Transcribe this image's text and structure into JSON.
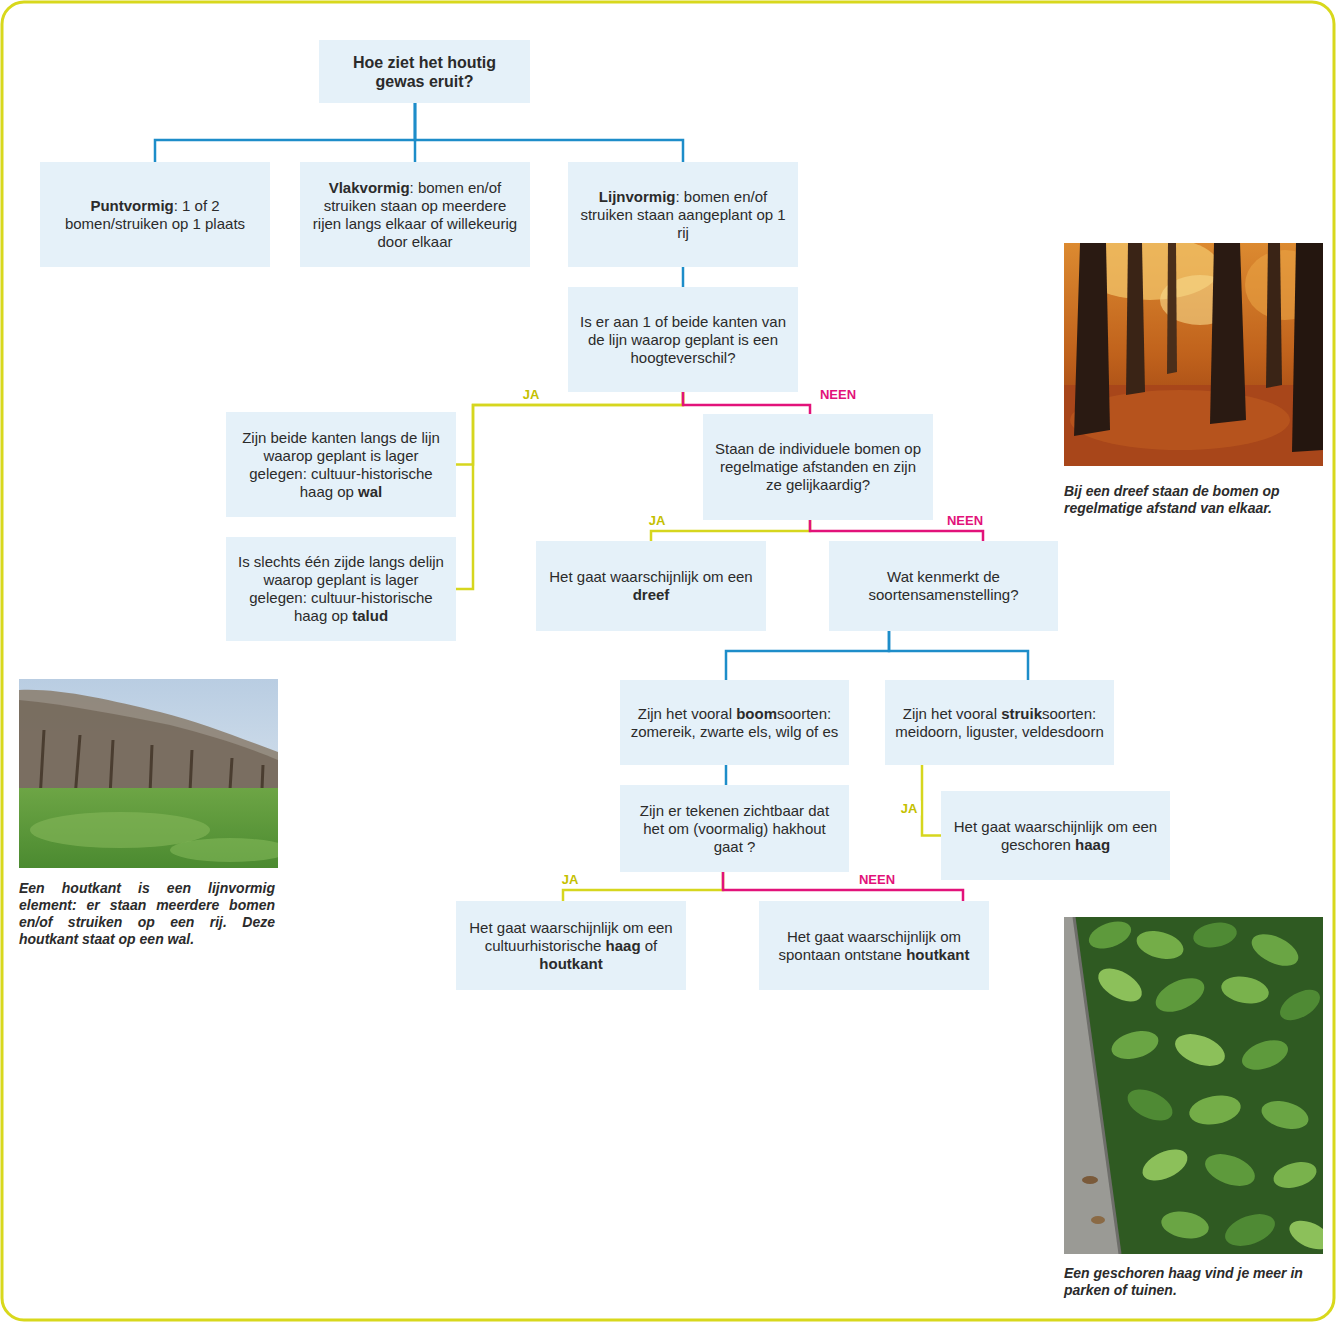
{
  "diagram": {
    "nodes": [
      {
        "text": [
          "Hoe ziet het houtig gewas eruit?"
        ]
      },
      {
        "text": [
          "Puntvormig: 1 of 2 bomen/struiken op 1 plaats"
        ]
      },
      {
        "text": [
          "Vlakvormig: bomen en/of struiken staan op meerdere rijen langs elkaar of willekeurig door elkaar"
        ]
      },
      {
        "text": [
          "Lijnvormig: bomen en/of struiken staan aangeplant op 1 rij"
        ]
      },
      {
        "text": [
          "Is er aan 1 of beide kanten van de lijn waarop geplant is een hoogteverschil?"
        ]
      },
      {
        "text": [
          "Zijn beide kanten langs de lijn waarop geplant is lager gelegen: cultuur-historische haag op wal"
        ]
      },
      {
        "text": [
          "Is slechts één zijde langs delijn waarop geplant is lager gelegen: cultuur-historische haag op talud"
        ]
      },
      {
        "text": [
          "Staan de individuele bomen op regelmatige afstanden en zijn ze gelijkaardig?"
        ]
      },
      {
        "text": [
          "Het gaat waarschijnlijk om een dreef"
        ]
      },
      {
        "text": [
          "Wat kenmerkt de soortensamenstelling?"
        ]
      },
      {
        "text": [
          "Zijn het vooral boomsoorten: zomereik, zwarte els, wilg of es"
        ]
      },
      {
        "text": [
          "Zijn het vooral struiksoorten: meidoorn, liguster, veldesdoorn"
        ]
      },
      {
        "text": [
          "Zijn er tekenen zichtbaar dat het om (voormalig) hakhout gaat ?"
        ]
      },
      {
        "text": [
          "Het gaat waarschijnlijk om een geschoren haag"
        ]
      },
      {
        "text": [
          "Het gaat waarschijnlijk om een cultuurhistorische haag of houtkant"
        ]
      },
      {
        "text": [
          "Het gaat waarschijnlijk om spontaan ontstane houtkant"
        ]
      }
    ],
    "edges": [
      {
        "from": 0,
        "to": 1,
        "arrow": "none"
      },
      {
        "from": 0,
        "to": 2,
        "arrow": "none"
      },
      {
        "from": 0,
        "to": 3,
        "arrow": "none"
      },
      {
        "from": 3,
        "to": 4,
        "arrow": "none"
      },
      {
        "from": 4,
        "to": 5,
        "label": "JA",
        "arrow": "none"
      },
      {
        "from": 4,
        "to": 6,
        "arrow": "none"
      },
      {
        "from": 4,
        "to": 7,
        "label": "NEEN",
        "arrow": "none"
      },
      {
        "from": 7,
        "to": 8,
        "label": "JA",
        "arrow": "none"
      },
      {
        "from": 7,
        "to": 9,
        "label": "NEEN",
        "arrow": "none"
      },
      {
        "from": 9,
        "to": 10,
        "arrow": "none"
      },
      {
        "from": 9,
        "to": 11,
        "arrow": "none"
      },
      {
        "from": 10,
        "to": 12,
        "arrow": "none"
      },
      {
        "from": 11,
        "to": 13,
        "label": "JA",
        "arrow": "none"
      },
      {
        "from": 12,
        "to": 14,
        "label": "JA",
        "arrow": "none"
      },
      {
        "from": 12,
        "to": 15,
        "label": "NEEN",
        "arrow": "none"
      }
    ],
    "labels": [
      "Bij een dreef staan de bomen op regelmatige afstand van elkaar.",
      "Een houtkant is een lijnvormig element: er staan meerdere bomen en/of struiken op een rij. Deze houtkant staat op een wal.",
      "Een geschoren haag vind je meer in parken of tuinen."
    ]
  }
}
